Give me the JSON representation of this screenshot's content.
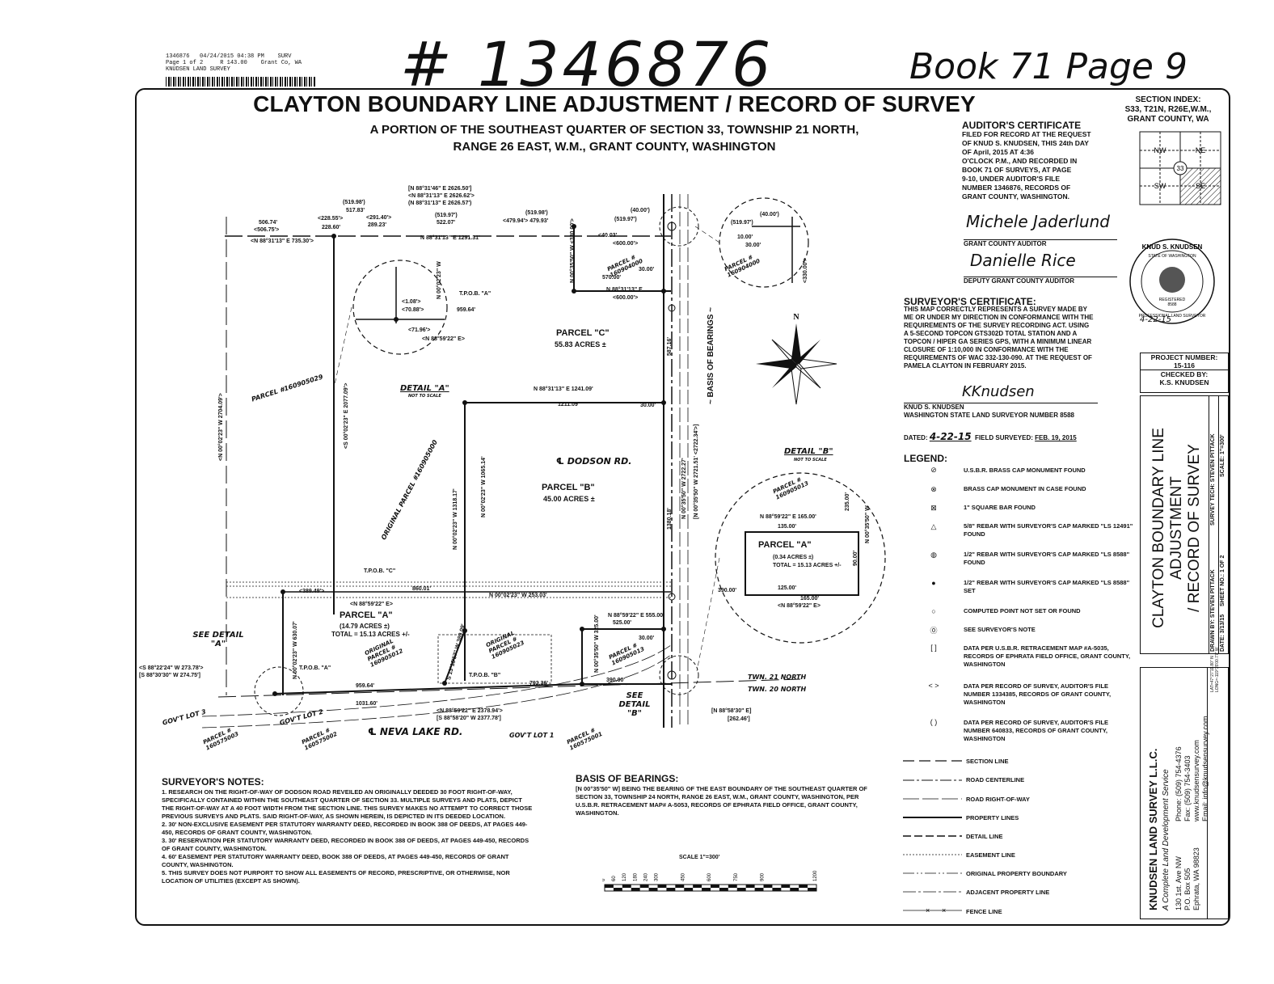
{
  "header": {
    "recording_stamp": [
      "1346876   04/24/2015 04:38 PM    SURV",
      "Page 1 of 2     R 143.00    Grant Co, WA",
      "KNUDSEN LAND SURVEY"
    ],
    "handwritten_number": "# 1346876",
    "book_page": "Book 71 Page 9"
  },
  "title": {
    "main": "CLAYTON BOUNDARY LINE ADJUSTMENT / RECORD OF SURVEY",
    "sub1": "A PORTION OF THE SOUTHEAST QUARTER OF SECTION 33, TOWNSHIP 21 NORTH,",
    "sub2": "RANGE 26 EAST, W.M., GRANT COUNTY, WASHINGTON"
  },
  "section_index": {
    "label": "SECTION INDEX:",
    "line1": "S33, T21N, R26E,W.M.,",
    "line2": "GRANT COUNTY, WA",
    "quads": [
      "NW",
      "NE",
      "SW",
      "SE"
    ],
    "center": "33"
  },
  "auditor": {
    "heading": "AUDITOR'S CERTIFICATE",
    "lines": [
      "FILED FOR RECORD AT THE REQUEST",
      "OF KNUD S. KNUDSEN, THIS 24th DAY",
      "OF April, 2015 AT 4:36",
      "O'CLOCK P.M., AND RECORDED IN",
      "BOOK 71 OF SURVEYS, AT PAGE",
      "9-10, UNDER AUDITOR'S FILE",
      "NUMBER 1346876, RECORDS OF",
      "GRANT COUNTY, WASHINGTON."
    ],
    "sig1_hand": "Michele Jaderlund",
    "sig1_label": "GRANT COUNTY AUDITOR",
    "sig2_hand": "Danielle Rice",
    "sig2_label": "DEPUTY GRANT COUNTY AUDITOR"
  },
  "seal": {
    "top": "KNUD S. KNUDSEN",
    "state": "STATE OF WASHINGTON",
    "number": "8588",
    "bottom": "PROFESSIONAL LAND SURVEYOR",
    "registered": "REGISTERED",
    "date_hand": "4-22-15"
  },
  "surveyor_cert": {
    "heading": "SURVEYOR'S CERTIFICATE:",
    "lines": [
      "THIS MAP CORRECTLY REPRESENTS A SURVEY MADE BY",
      "ME OR UNDER MY DIRECTION IN CONFORMANCE WITH THE",
      "REQUIREMENTS OF THE SURVEY RECORDING ACT.  USING",
      "A 5-SECOND TOPCON GTS302D TOTAL STATION AND A",
      "TOPCON / HIPER GA SERIES GPS, WITH A MINIMUM LINEAR",
      "CLOSURE OF 1:10,000 IN CONFORMANCE WITH THE",
      "REQUIREMENTS OF WAC 332-130-090.  AT THE REQUEST OF",
      "PAMELA CLAYTON IN FEBRUARY 2015."
    ],
    "sig_hand": "KKnudsen",
    "name": "KNUD S. KNUDSEN",
    "license": "WASHINGTON STATE LAND SURVEYOR NUMBER 8588",
    "dated_label": "DATED:",
    "dated_value": "4-22-15",
    "field_label": "FIELD SURVEYED:",
    "field_value": "FEB. 19, 2015"
  },
  "project": {
    "number_label": "PROJECT NUMBER:",
    "number": "15-116",
    "checked_label": "CHECKED BY:",
    "checked": "K.S. KNUDSEN"
  },
  "titleblock": {
    "line1": "CLAYTON BOUNDARY LINE",
    "line2": "ADJUSTMENT",
    "line3": "/ RECORD OF SURVEY",
    "drawn": "DRAWN BY:  STEVEN PITTACK",
    "tech": "SURVEY TECH:  STEVEN PITTACK",
    "date": "DATE:  3/13/15",
    "sheet": "SHEET NO.:  1 OF 2",
    "scale": "SCALE:  1\"=300'"
  },
  "firm": {
    "name": "KNUDSEN LAND SURVEY L.L.C.",
    "tagline": "A Complete Land Development Service",
    "addr1": "130 1st. Ave NW",
    "addr2": "P.O. Box 505",
    "addr3": "Ephrata, WA 98823",
    "phone": "Phone: (509) 754-4376",
    "fax": "Fax: (509) 754-3403",
    "web": "www.knudsensurvey.com",
    "email": "Email: info@knudsensurvey.com",
    "lat": "LAT=47°27'11.80\" N",
    "long": "LONG=-119°35'00.77\" W"
  },
  "legend": {
    "heading": "LEGEND:",
    "symbols": [
      {
        "sym": "⊘",
        "text": "U.S.B.R. BRASS CAP MONUMENT FOUND"
      },
      {
        "sym": "⊗",
        "text": "BRASS CAP MONUMENT IN CASE FOUND"
      },
      {
        "sym": "⊠",
        "text": "1\" SQUARE BAR FOUND"
      },
      {
        "sym": "△",
        "text": "5/8\" REBAR WITH SURVEYOR'S CAP MARKED \"LS 12491\" FOUND"
      },
      {
        "sym": "◍",
        "text": "1/2\" REBAR WITH SURVEYOR'S CAP MARKED \"LS 8588\" FOUND"
      },
      {
        "sym": "●",
        "text": "1/2\" REBAR WITH SURVEYOR'S CAP MARKED \"LS 8588\" SET"
      },
      {
        "sym": "○",
        "text": "COMPUTED POINT NOT SET OR FOUND"
      },
      {
        "sym": "⓪",
        "text": "SEE SURVEYOR'S NOTE"
      },
      {
        "sym": "[ ]",
        "text": "DATA PER U.S.B.R. RETRACEMENT MAP #A-5035, RECORDS OF EPHRATA FIELD OFFICE, GRANT COUNTY, WASHINGTON"
      },
      {
        "sym": "< >",
        "text": "DATA PER RECORD OF SURVEY, AUDITOR'S FILE NUMBER 1334385, RECORDS OF GRANT COUNTY, WASHINGTON"
      },
      {
        "sym": "( )",
        "text": "DATA PER RECORD OF SURVEY, AUDITOR'S FILE NUMBER 640833, RECORDS OF GRANT COUNTY, WASHINGTON"
      }
    ],
    "lines": [
      "SECTION LINE",
      "ROAD CENTERLINE",
      "ROAD RIGHT-OF-WAY",
      "PROPERTY LINES",
      "DETAIL LINE",
      "EASEMENT LINE",
      "ORIGINAL PROPERTY BOUNDARY",
      "ADJACENT PROPERTY LINE",
      "FENCE LINE"
    ]
  },
  "notes": {
    "heading": "SURVEYOR'S NOTES:",
    "items": [
      "1.   RESEARCH ON THE RIGHT-OF-WAY OF DODSON ROAD REVEILED AN ORIGINALLY DEEDED 30 FOOT RIGHT-OF-WAY, SPECIFICALLY CONTAINED WITHIN THE SOUTHEAST QUARTER OF SECTION 33. MULTIPLE SURVEYS AND PLATS, DEPICT THE RIGHT-OF-WAY AT A 40 FOOT WIDTH FROM THE SECTION LINE. THIS SURVEY MAKES NO ATTEMPT TO CORRECT THOSE PREVIOUS SURVEYS AND PLATS. SAID RIGHT-OF-WAY, AS SHOWN HEREIN, IS DEPICTED IN ITS DEEDED LOCATION.",
      "2.   30' NON-EXCLUSIVE EASEMENT PER STATUTORY WARRANTY DEED, RECORDED IN BOOK 388 OF DEEDS, AT PAGES 449-450, RECORDS OF GRANT COUNTY, WASHINGTON.",
      "3.   30' RESERVATION PER STATUTORY WARRANTY DEED, RECORDED IN BOOK 388 OF DEEDS, AT PAGES 449-450, RECORDS OF GRANT COUNTY, WASHINGTON.",
      "4.   60' EASEMENT PER STATUTORY WARRANTY DEED, BOOK 388 OF DEEDS, AT PAGES 449-450, RECORDS OF GRANT COUNTY, WASHINGTON.",
      "5.   THIS SURVEY DOES NOT PURPORT TO SHOW ALL EASEMENTS OF RECORD, PRESCRIPTIVE, OR OTHERWISE, NOR LOCATION OF UTILITIES (EXCEPT AS SHOWN)."
    ]
  },
  "basis": {
    "heading": "BASIS OF BEARINGS:",
    "text": "[N 00°35'50\" W] BEING THE BEARING OF THE EAST BOUNDARY OF THE SOUTHEAST QUARTER OF SECTION 33, TOWNSHIP 24 NORTH, RANGE 26 EAST, W.M., GRANT COUNTY, WASHINGTON, PER U.S.B.R. RETRACEMENT MAP# A-5053, RECORDS OF EPHRATA FIELD OFFICE, GRANT COUNTY, WASHINGTON."
  },
  "scale": {
    "label": "SCALE 1\"=300'",
    "ticks": [
      "0",
      "60",
      "120",
      "180",
      "240",
      "300",
      "450",
      "600",
      "750",
      "900",
      "1200"
    ]
  },
  "map": {
    "parcel_c": "PARCEL \"C\"",
    "parcel_c_acres": "55.83 ACRES ±",
    "parcel_b": "PARCEL \"B\"",
    "parcel_b_acres": "45.00 ACRES ±",
    "parcel_a": "PARCEL \"A\"",
    "parcel_a_acres": "(14.79 ACRES ±)",
    "parcel_a_total": "TOTAL = 15.13 ACRES +/-",
    "detail_a": "DETAIL \"A\"",
    "detail_b": "DETAIL \"B\"",
    "not_to_scale": "NOT TO SCALE",
    "dodson": "℄ DODSON RD.",
    "neva": "℄ NEVA LAKE RD.",
    "basis_label": "~ BASIS OF BEARINGS ~",
    "twn21": "TWN. 21 NORTH",
    "twn20": "TWN. 20 NORTH",
    "see_a": "SEE DETAIL \"A\"",
    "see_b": "SEE DETAIL \"B\"",
    "tpob_a": "T.P.O.B. \"A\"",
    "tpob_b": "T.P.O.B. \"B\"",
    "tpob_c": "T.P.O.B. \"C\"",
    "orig_parcel": "ORIGINAL PARCEL #160905000",
    "parcel_160905029": "PARCEL #160905029",
    "parcel_160904000": "PARCEL # 160904000",
    "parcel_160905013": "PARCEL # 160905013",
    "parcel_160905012": "ORIGINAL PARCEL # 160905012",
    "parcel_160905023": "ORIGINAL PARCEL # 160905023",
    "parcel_160575003": "PARCEL # 160575003",
    "parcel_160575002": "PARCEL # 160575002",
    "parcel_160575001": "PARCEL # 160575001",
    "govt_lot_1": "GOV'T LOT 1",
    "govt_lot_2": "GOV'T LOT 2",
    "govt_lot_3": "GOV'T LOT 3",
    "dims": {
      "top1": "N 88°31'13\" E 1291.31'",
      "top2": "<N 88°31'13\" E 735.30'>",
      "top3": "[N 88°31'46\" E 2626.50']",
      "top4": "<N 88°31'13\" E 2626.62'>",
      "top5": "(N 88°31'13\" E 2626.57')",
      "c_top": "N 88°31'13\" E 1241.09'",
      "c_top2": "1211.09'",
      "c_right": "30.00'",
      "west": "<N 00°02'23\" W 2704.09'>",
      "west2": "<S 00°02'23\" E 2077.09'>",
      "east": "N 00°35'50\" W 2722.27'",
      "east2": "[N 00°35'50\" W 2721.51' <2722.34'>]",
      "bl": "N 00°02'23\" W 1065.14'",
      "bl2": "N 00°02'23\" W 1318.17'",
      "road1": "860.01'",
      "road2": "<389.49'>",
      "road3": "<N 88°59'22\" E>",
      "south1": "959.64'",
      "south2": "1031.60'",
      "south3": "792.36'",
      "south4": "<N 88°59'22\" E 2378.94'>",
      "south5": "[S 88°58'20\" W 2377.78']",
      "sw1": "<S 88°22'24\" W 273.78'>",
      "sw2": "[S 88°30'30\" W 274.75']",
      "a_west": "N 00°02'23\" W 630.07'",
      "diag": "S 13°18'57\" W 389.09'",
      "b_small": "N 00°02'23\" W 253.03'",
      "b_right1": "N 88°59'22\" E 555.00'",
      "b_right2": "525.00'",
      "b_right3": "30.00'",
      "b_right4": "N 00°35'50\" W 325.00'",
      "b_right5": "390.00'",
      "c_box1": "N 88°31'13\" E",
      "c_box2": "<600.00'>",
      "c_box3": "570.00'",
      "c_box4": "30.00'",
      "c_box5": "<40.03'",
      "c_box6": "<600.00'>",
      "c_box7": "N 00°35'50\" W <330.00'>",
      "e1": "587.16'",
      "e2": "1380.18'",
      "seg1": "506.74'",
      "seg2": "<506.75'>",
      "seg3": "(519.98')",
      "seg4": "517.83'",
      "seg5": "<228.55'>",
      "seg6": "228.60'",
      "seg7": "<291.40'>",
      "seg8": "289.23'",
      "seg9": "(519.97')",
      "seg10": "522.07'",
      "seg11": "(519.98')",
      "seg12": "<479.94'> 479.93'",
      "seg13": "(40.00')",
      "seg14": "(519.97')",
      "det_b1": "N 88°59'22\" E 165.00'",
      "det_b2": "135.00'",
      "det_b3": "(0.34 ACRES ±)",
      "det_b4": "TOTAL = 15.13 ACRES +/-",
      "det_b5": "125.00'",
      "det_b6": "165.00'",
      "det_b7": "<N 88°59'22\" E>",
      "det_b8": "390.00'",
      "det_b9": "90.00'",
      "det_b10": "N 00°35'50\" W",
      "det_b11": "235.00'",
      "det_a1": "<1.08'>",
      "det_a2": "<70.88'>",
      "det_a3": "959.64'",
      "det_a4": "<71.96'>",
      "det_a5": "<N 88°59'22\" E>",
      "det_a6": "N 00°02'23\" W",
      "det_c1": "(40.00')",
      "det_c2": "(519.97')",
      "det_c3": "10.00'",
      "det_c4": "30.00'",
      "det_c5": "<330.00'>",
      "bearing_n": "[N 88°58'30\" E]",
      "bearing_n2": "[262.46']"
    }
  }
}
